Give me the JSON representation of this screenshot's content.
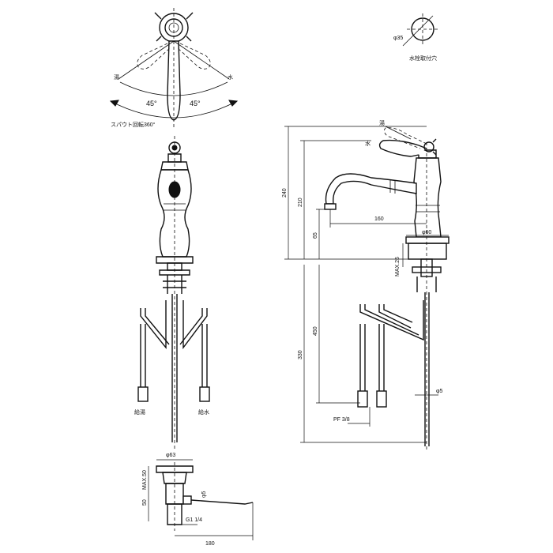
{
  "top_view": {
    "label_left": "湯",
    "label_right": "水",
    "angle_left": "45°",
    "angle_right": "45°",
    "spout_rotation": "スパウト回転360°"
  },
  "hole_detail": {
    "diameter": "φ35",
    "caption": "水栓取付穴"
  },
  "front_view": {
    "hose_left": "給湯",
    "hose_right": "給水"
  },
  "side_view": {
    "label_hot": "湯",
    "label_cold": "水",
    "dim_240": "240",
    "dim_210": "210",
    "dim_160": "160",
    "dim_65": "65",
    "dim_phi60": "φ60",
    "dim_max25": "MAX.25",
    "dim_330": "330",
    "dim_450": "450",
    "dim_phi5": "φ5",
    "dim_pf": "PF 3/8"
  },
  "drain": {
    "dim_phi63": "φ63",
    "dim_max50": "MAX.50",
    "dim_50": "50",
    "dim_phi5": "φ5",
    "dim_g114": "G1 1/4",
    "dim_180": "180"
  }
}
